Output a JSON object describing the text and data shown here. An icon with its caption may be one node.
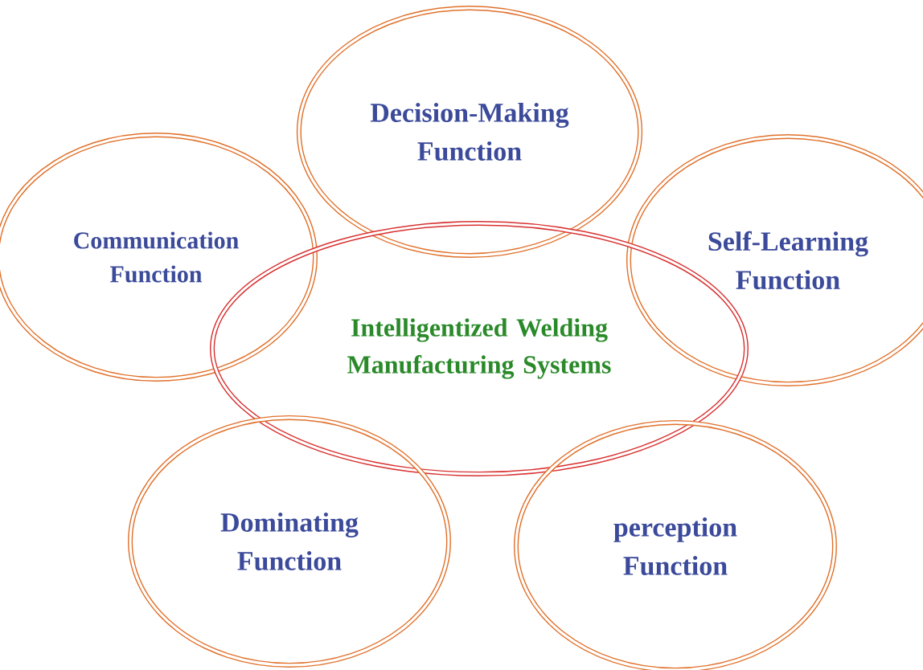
{
  "diagram": {
    "nodes": [
      {
        "text": [
          "Decision-Making Function"
        ]
      },
      {
        "text": [
          "Communication Function"
        ]
      },
      {
        "text": [
          "Self-Learning Function"
        ]
      },
      {
        "text": [
          "Intelligentized Welding Manufacturing Systems"
        ]
      },
      {
        "text": [
          "Dominating Function"
        ]
      },
      {
        "text": [
          "perception Function"
        ]
      }
    ]
  }
}
